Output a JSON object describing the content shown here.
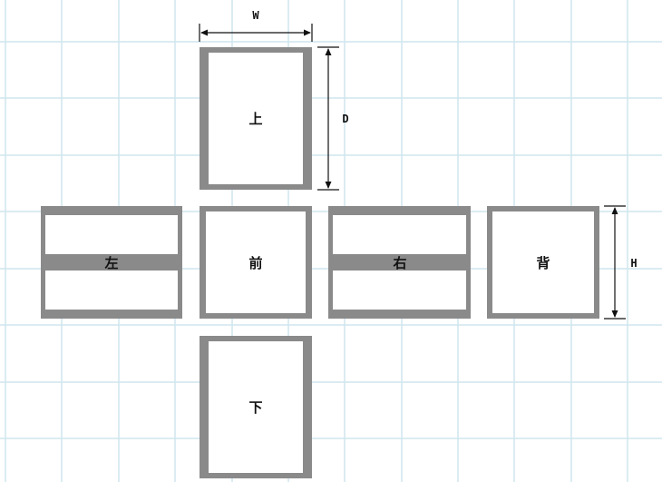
{
  "colors": {
    "grid": "#cfe6ee",
    "panel": "#8a8a8a",
    "ink": "#111111",
    "background": "#ffffff"
  },
  "dimensions": {
    "width_label": "W",
    "depth_label": "D",
    "height_label": "H"
  },
  "faces": {
    "top": "上",
    "front": "前",
    "left": "左",
    "right": "右",
    "back": "背",
    "bottom": "下"
  }
}
